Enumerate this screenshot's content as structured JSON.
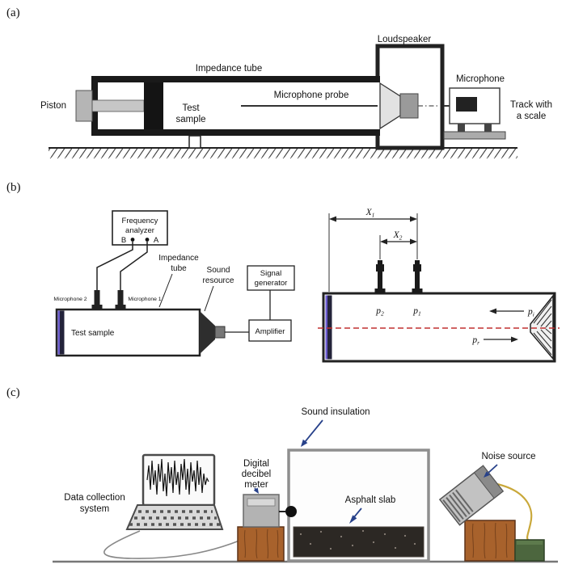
{
  "panel_labels": {
    "a": "(a)",
    "b": "(b)",
    "c": "(c)"
  },
  "panel_a": {
    "loudspeaker_label": "Loudspeaker",
    "impedance_tube_label": "Impedance tube",
    "microphone_probe_label": "Microphone probe",
    "piston_label": "Piston",
    "test_sample_label_line1": "Test",
    "test_sample_label_line2": "sample",
    "microphone_label": "Microphone",
    "track_label_line1": "Track with",
    "track_label_line2": "a scale"
  },
  "panel_b": {
    "frequency_analyzer_line1": "Frequency",
    "frequency_analyzer_line2": "analyzer",
    "channel_b": "B",
    "channel_a": "A",
    "impedance_tube_line1": "Impedance",
    "impedance_tube_line2": "tube",
    "sound_resource_line1": "Sound",
    "sound_resource_line2": "resource",
    "signal_generator_line1": "Signal",
    "signal_generator_line2": "generator",
    "amplifier_label": "Amplifier",
    "microphone_2_label": "Microphone 2",
    "microphone_1_label": "Microphone 1",
    "test_sample_label": "Test sample",
    "symbols": {
      "x": "X",
      "p": "p",
      "sub_1": "1",
      "sub_2": "2",
      "sub_i": "i",
      "sub_r": "r"
    }
  },
  "panel_c": {
    "sound_insulation_label": "Sound insulation",
    "digital_decibel_meter_line1": "Digital",
    "digital_decibel_meter_line2": "decibel",
    "digital_decibel_meter_line3": "meter",
    "data_collection_line1": "Data collection",
    "data_collection_line2": "system",
    "asphalt_slab_label": "Asphalt slab",
    "noise_source_label": "Noise source"
  },
  "colors": {
    "centerline_red": "#c03030",
    "annotation_arrow_navy": "#27418a",
    "wood_brown": "#a8622c",
    "cable_yellow": "#c9a83a",
    "device_green": "#4c663e",
    "sample_edge_violet": "#6a5acd",
    "meter_gray": "#b3b3b3"
  }
}
